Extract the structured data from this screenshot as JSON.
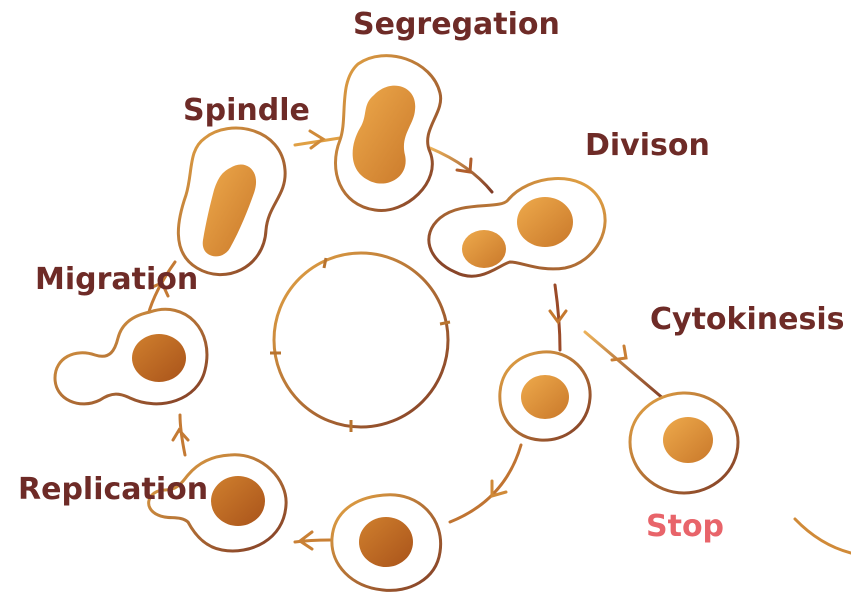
{
  "colors": {
    "outline_light": "#e6a645",
    "outline_dark": "#7f3b26",
    "nucleus": "#e09a3d",
    "nucleus_dark": "#c06c23",
    "label": "#6e2b27",
    "label_stop": "#e8646a"
  },
  "labels": {
    "segregation": "Segregation",
    "spindle": "Spindle",
    "division": "Divison",
    "migration": "Migration",
    "cytokinesis": "Cytokinesis",
    "replication": "Replication",
    "stop": "Stop"
  }
}
